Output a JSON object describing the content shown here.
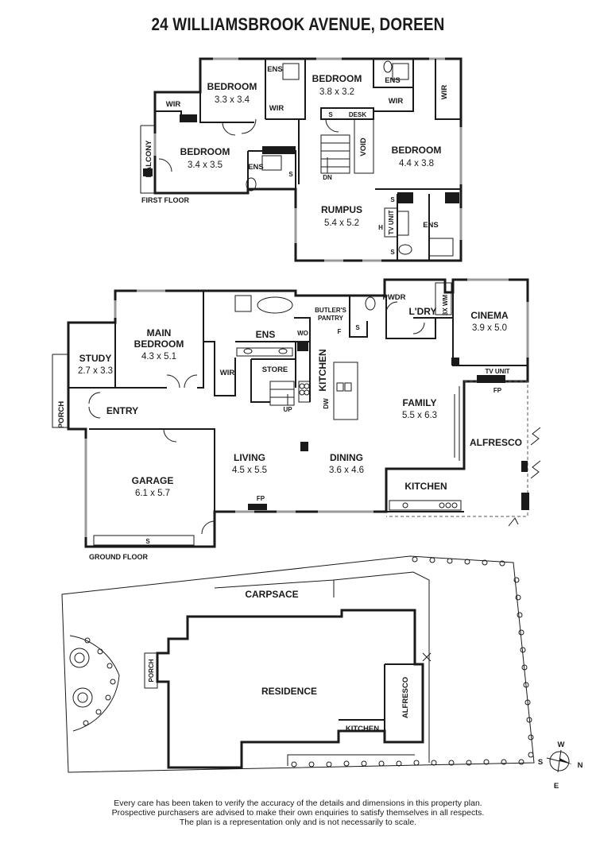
{
  "title": "24 WILLIAMSBROOK AVENUE, DOREEN",
  "first_floor": {
    "label": "FIRST FLOOR",
    "bedroom_a": {
      "name": "BEDROOM",
      "dims": "3.3 x 3.4"
    },
    "bedroom_b": {
      "name": "BEDROOM",
      "dims": "3.8 x 3.2"
    },
    "bedroom_c": {
      "name": "BEDROOM",
      "dims": "3.4 x 3.5"
    },
    "bedroom_d": {
      "name": "BEDROOM",
      "dims": "4.4 x 3.8"
    },
    "rumpus": {
      "name": "RUMPUS",
      "dims": "5.4 x 5.2"
    },
    "ens": "ENS",
    "wir": "WIR",
    "balcony": "BALCONY",
    "desk": "DESK",
    "void": "VOID",
    "s": "S",
    "dn": "DN",
    "tv_unit": "TV UNIT",
    "h": "H"
  },
  "ground_floor": {
    "label": "GROUND FLOOR",
    "main_bedroom": {
      "name_line1": "MAIN",
      "name_line2": "BEDROOM",
      "dims": "4.3 x 5.1"
    },
    "study": {
      "name": "STUDY",
      "dims": "2.7 x 3.3"
    },
    "porch": "PORCH",
    "entry": "ENTRY",
    "garage": {
      "name": "GARAGE",
      "dims": "6.1 x 5.7"
    },
    "living": {
      "name": "LIVING",
      "dims": "4.5 x 5.5"
    },
    "dining": {
      "name": "DINING",
      "dims": "3.6 x 4.6"
    },
    "family": {
      "name": "FAMILY",
      "dims": "5.5 x 6.3"
    },
    "cinema": {
      "name": "CINEMA",
      "dims": "3.9 x 5.0"
    },
    "alfresco": "ALFRESCO",
    "kitchen": "KITCHEN",
    "outdoor_kitchen": "KITCHEN",
    "butlers_line1": "BUTLER'S",
    "butlers_line2": "PANTRY",
    "pwdr": "PWDR",
    "ldry": "L'DRY",
    "wm": "3X WM",
    "ens": "ENS",
    "wir": "WIR",
    "store": "STORE",
    "wo": "WO",
    "up": "UP",
    "dw": "DW",
    "fp": "FP",
    "f": "F",
    "s": "S",
    "tv_unit": "TV UNIT"
  },
  "site_plan": {
    "carpsace": "CARPSACE",
    "residence": "RESIDENCE",
    "porch": "PORCH",
    "alfresco": "ALFRESCO",
    "kitchen": "KITCHEN"
  },
  "compass": {
    "n": "N",
    "s": "S",
    "e": "E",
    "w": "W"
  },
  "disclaimer": [
    "Every care has been taken to verify the accuracy of the details and dimensions in this property plan.",
    "Prospective purchasers are advised to make their own enquiries to satisfy themselves in all respects.",
    "The plan is a representation only and is not necessarily to scale."
  ]
}
